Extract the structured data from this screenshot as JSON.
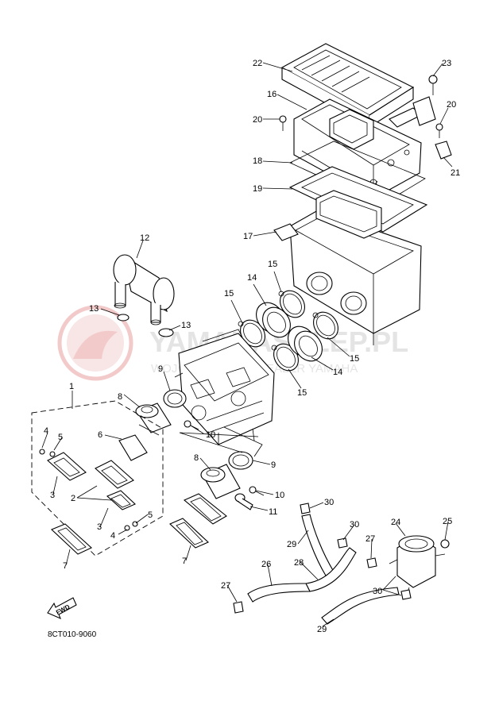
{
  "diagram": {
    "watermark": {
      "brand": "YAMAHASKLEP.PL",
      "tagline": "WOJCIECHOWSKI DEALER YAMAHA",
      "logo_color": "#e8a0a0",
      "text_color": "#cfcfcf"
    },
    "fwd_label": "FWD",
    "drawing_code": "8CT010-9060",
    "callouts": [
      "22",
      "23",
      "16",
      "20",
      "20",
      "21",
      "18",
      "19",
      "17",
      "12",
      "15",
      "14",
      "15",
      "13",
      "13",
      "15",
      "14",
      "15",
      "9",
      "1",
      "8",
      "4",
      "5",
      "6",
      "10",
      "2",
      "3",
      "8",
      "9",
      "10",
      "11",
      "5",
      "4",
      "3",
      "7",
      "7",
      "30",
      "30",
      "29",
      "24",
      "25",
      "27",
      "26",
      "28",
      "27",
      "30",
      "29"
    ]
  }
}
